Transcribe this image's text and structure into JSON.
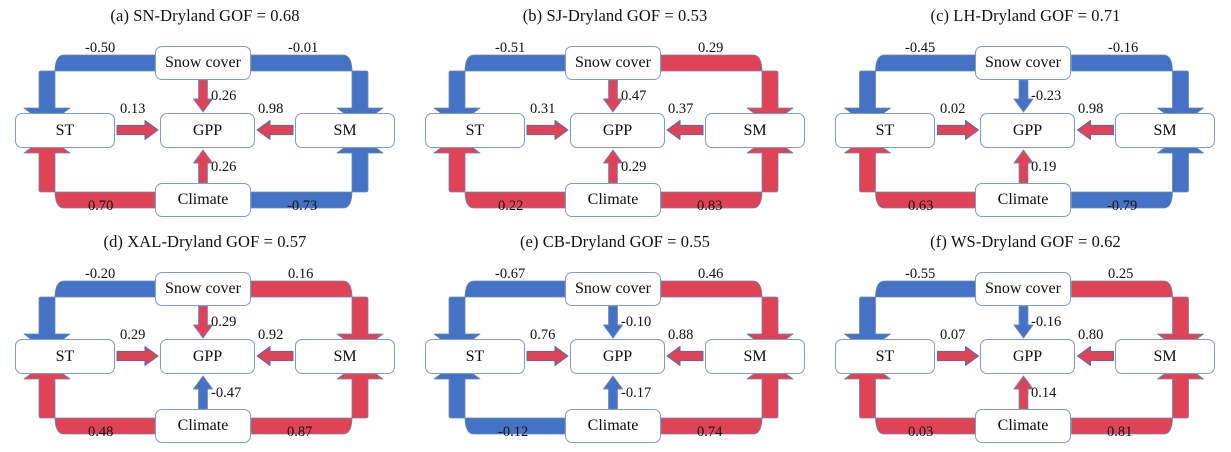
{
  "figure": {
    "type": "path-diagram-grid",
    "node_labels": {
      "snow": "Snow cover",
      "st": "ST",
      "gpp": "GPP",
      "sm": "SM",
      "climate": "Climate"
    },
    "colors": {
      "positive": "#E04256",
      "negative": "#4472C4",
      "box_border": "#7F9DC7",
      "box_fill": "#FFFFFF",
      "text": "#111111"
    },
    "legend_note": {
      "positive_meaning": "positive coefficient (red)",
      "negative_meaning": "negative coefficient (blue)"
    }
  },
  "panels": [
    {
      "id": "a",
      "title": "(a) SN-Dryland  GOF = 0.68",
      "site": "SN-Dryland",
      "gof": 0.68,
      "paths": {
        "snow_to_st": {
          "value": "-0.50",
          "num": -0.5
        },
        "snow_to_sm": {
          "value": "-0.01",
          "num": -0.01
        },
        "snow_to_gpp": {
          "value": "0.26",
          "num": 0.26
        },
        "st_to_gpp": {
          "value": "0.13",
          "num": 0.13
        },
        "sm_to_gpp": {
          "value": "0.98",
          "num": 0.98
        },
        "climate_to_gpp": {
          "value": "0.26",
          "num": 0.26
        },
        "climate_to_st": {
          "value": "0.70",
          "num": 0.7
        },
        "climate_to_sm": {
          "value": "-0.73",
          "num": -0.73
        }
      }
    },
    {
      "id": "b",
      "title": "(b) SJ-Dryland  GOF = 0.53",
      "site": "SJ-Dryland",
      "gof": 0.53,
      "paths": {
        "snow_to_st": {
          "value": "-0.51",
          "num": -0.51
        },
        "snow_to_sm": {
          "value": "0.29",
          "num": 0.29
        },
        "snow_to_gpp": {
          "value": "0.47",
          "num": 0.47
        },
        "st_to_gpp": {
          "value": "0.31",
          "num": 0.31
        },
        "sm_to_gpp": {
          "value": "0.37",
          "num": 0.37
        },
        "climate_to_gpp": {
          "value": "0.29",
          "num": 0.29
        },
        "climate_to_st": {
          "value": "0.22",
          "num": 0.22
        },
        "climate_to_sm": {
          "value": "0.83",
          "num": 0.83
        }
      }
    },
    {
      "id": "c",
      "title": "(c) LH-Dryland  GOF = 0.71",
      "site": "LH-Dryland",
      "gof": 0.71,
      "paths": {
        "snow_to_st": {
          "value": "-0.45",
          "num": -0.45
        },
        "snow_to_sm": {
          "value": "-0.16",
          "num": -0.16
        },
        "snow_to_gpp": {
          "value": "-0.23",
          "num": -0.23
        },
        "st_to_gpp": {
          "value": "0.02",
          "num": 0.02
        },
        "sm_to_gpp": {
          "value": "0.98",
          "num": 0.98
        },
        "climate_to_gpp": {
          "value": "0.19",
          "num": 0.19
        },
        "climate_to_st": {
          "value": "0.63",
          "num": 0.63
        },
        "climate_to_sm": {
          "value": "-0.79",
          "num": -0.79
        }
      }
    },
    {
      "id": "d",
      "title": "(d) XAL-Dryland  GOF = 0.57",
      "site": "XAL-Dryland",
      "gof": 0.57,
      "paths": {
        "snow_to_st": {
          "value": "-0.20",
          "num": -0.2
        },
        "snow_to_sm": {
          "value": "0.16",
          "num": 0.16
        },
        "snow_to_gpp": {
          "value": "0.29",
          "num": 0.29
        },
        "st_to_gpp": {
          "value": "0.29",
          "num": 0.29
        },
        "sm_to_gpp": {
          "value": "0.92",
          "num": 0.92
        },
        "climate_to_gpp": {
          "value": "-0.47",
          "num": -0.47
        },
        "climate_to_st": {
          "value": "0.48",
          "num": 0.48
        },
        "climate_to_sm": {
          "value": "0.87",
          "num": 0.87
        }
      }
    },
    {
      "id": "e",
      "title": "(e) CB-Dryland  GOF = 0.55",
      "site": "CB-Dryland",
      "gof": 0.55,
      "paths": {
        "snow_to_st": {
          "value": "-0.67",
          "num": -0.67
        },
        "snow_to_sm": {
          "value": "0.46",
          "num": 0.46
        },
        "snow_to_gpp": {
          "value": "-0.10",
          "num": -0.1
        },
        "st_to_gpp": {
          "value": "0.76",
          "num": 0.76
        },
        "sm_to_gpp": {
          "value": "0.88",
          "num": 0.88
        },
        "climate_to_gpp": {
          "value": "-0.17",
          "num": -0.17
        },
        "climate_to_st": {
          "value": "-0.12",
          "num": -0.12
        },
        "climate_to_sm": {
          "value": "0.74",
          "num": 0.74
        }
      }
    },
    {
      "id": "f",
      "title": "(f) WS-Dryland  GOF = 0.62",
      "site": "WS-Dryland",
      "gof": 0.62,
      "paths": {
        "snow_to_st": {
          "value": "-0.55",
          "num": -0.55
        },
        "snow_to_sm": {
          "value": "0.25",
          "num": 0.25
        },
        "snow_to_gpp": {
          "value": "-0.16",
          "num": -0.16
        },
        "st_to_gpp": {
          "value": "0.07",
          "num": 0.07
        },
        "sm_to_gpp": {
          "value": "0.80",
          "num": 0.8
        },
        "climate_to_gpp": {
          "value": "0.14",
          "num": 0.14
        },
        "climate_to_st": {
          "value": "0.03",
          "num": 0.03
        },
        "climate_to_sm": {
          "value": "0.81",
          "num": 0.81
        }
      }
    }
  ]
}
